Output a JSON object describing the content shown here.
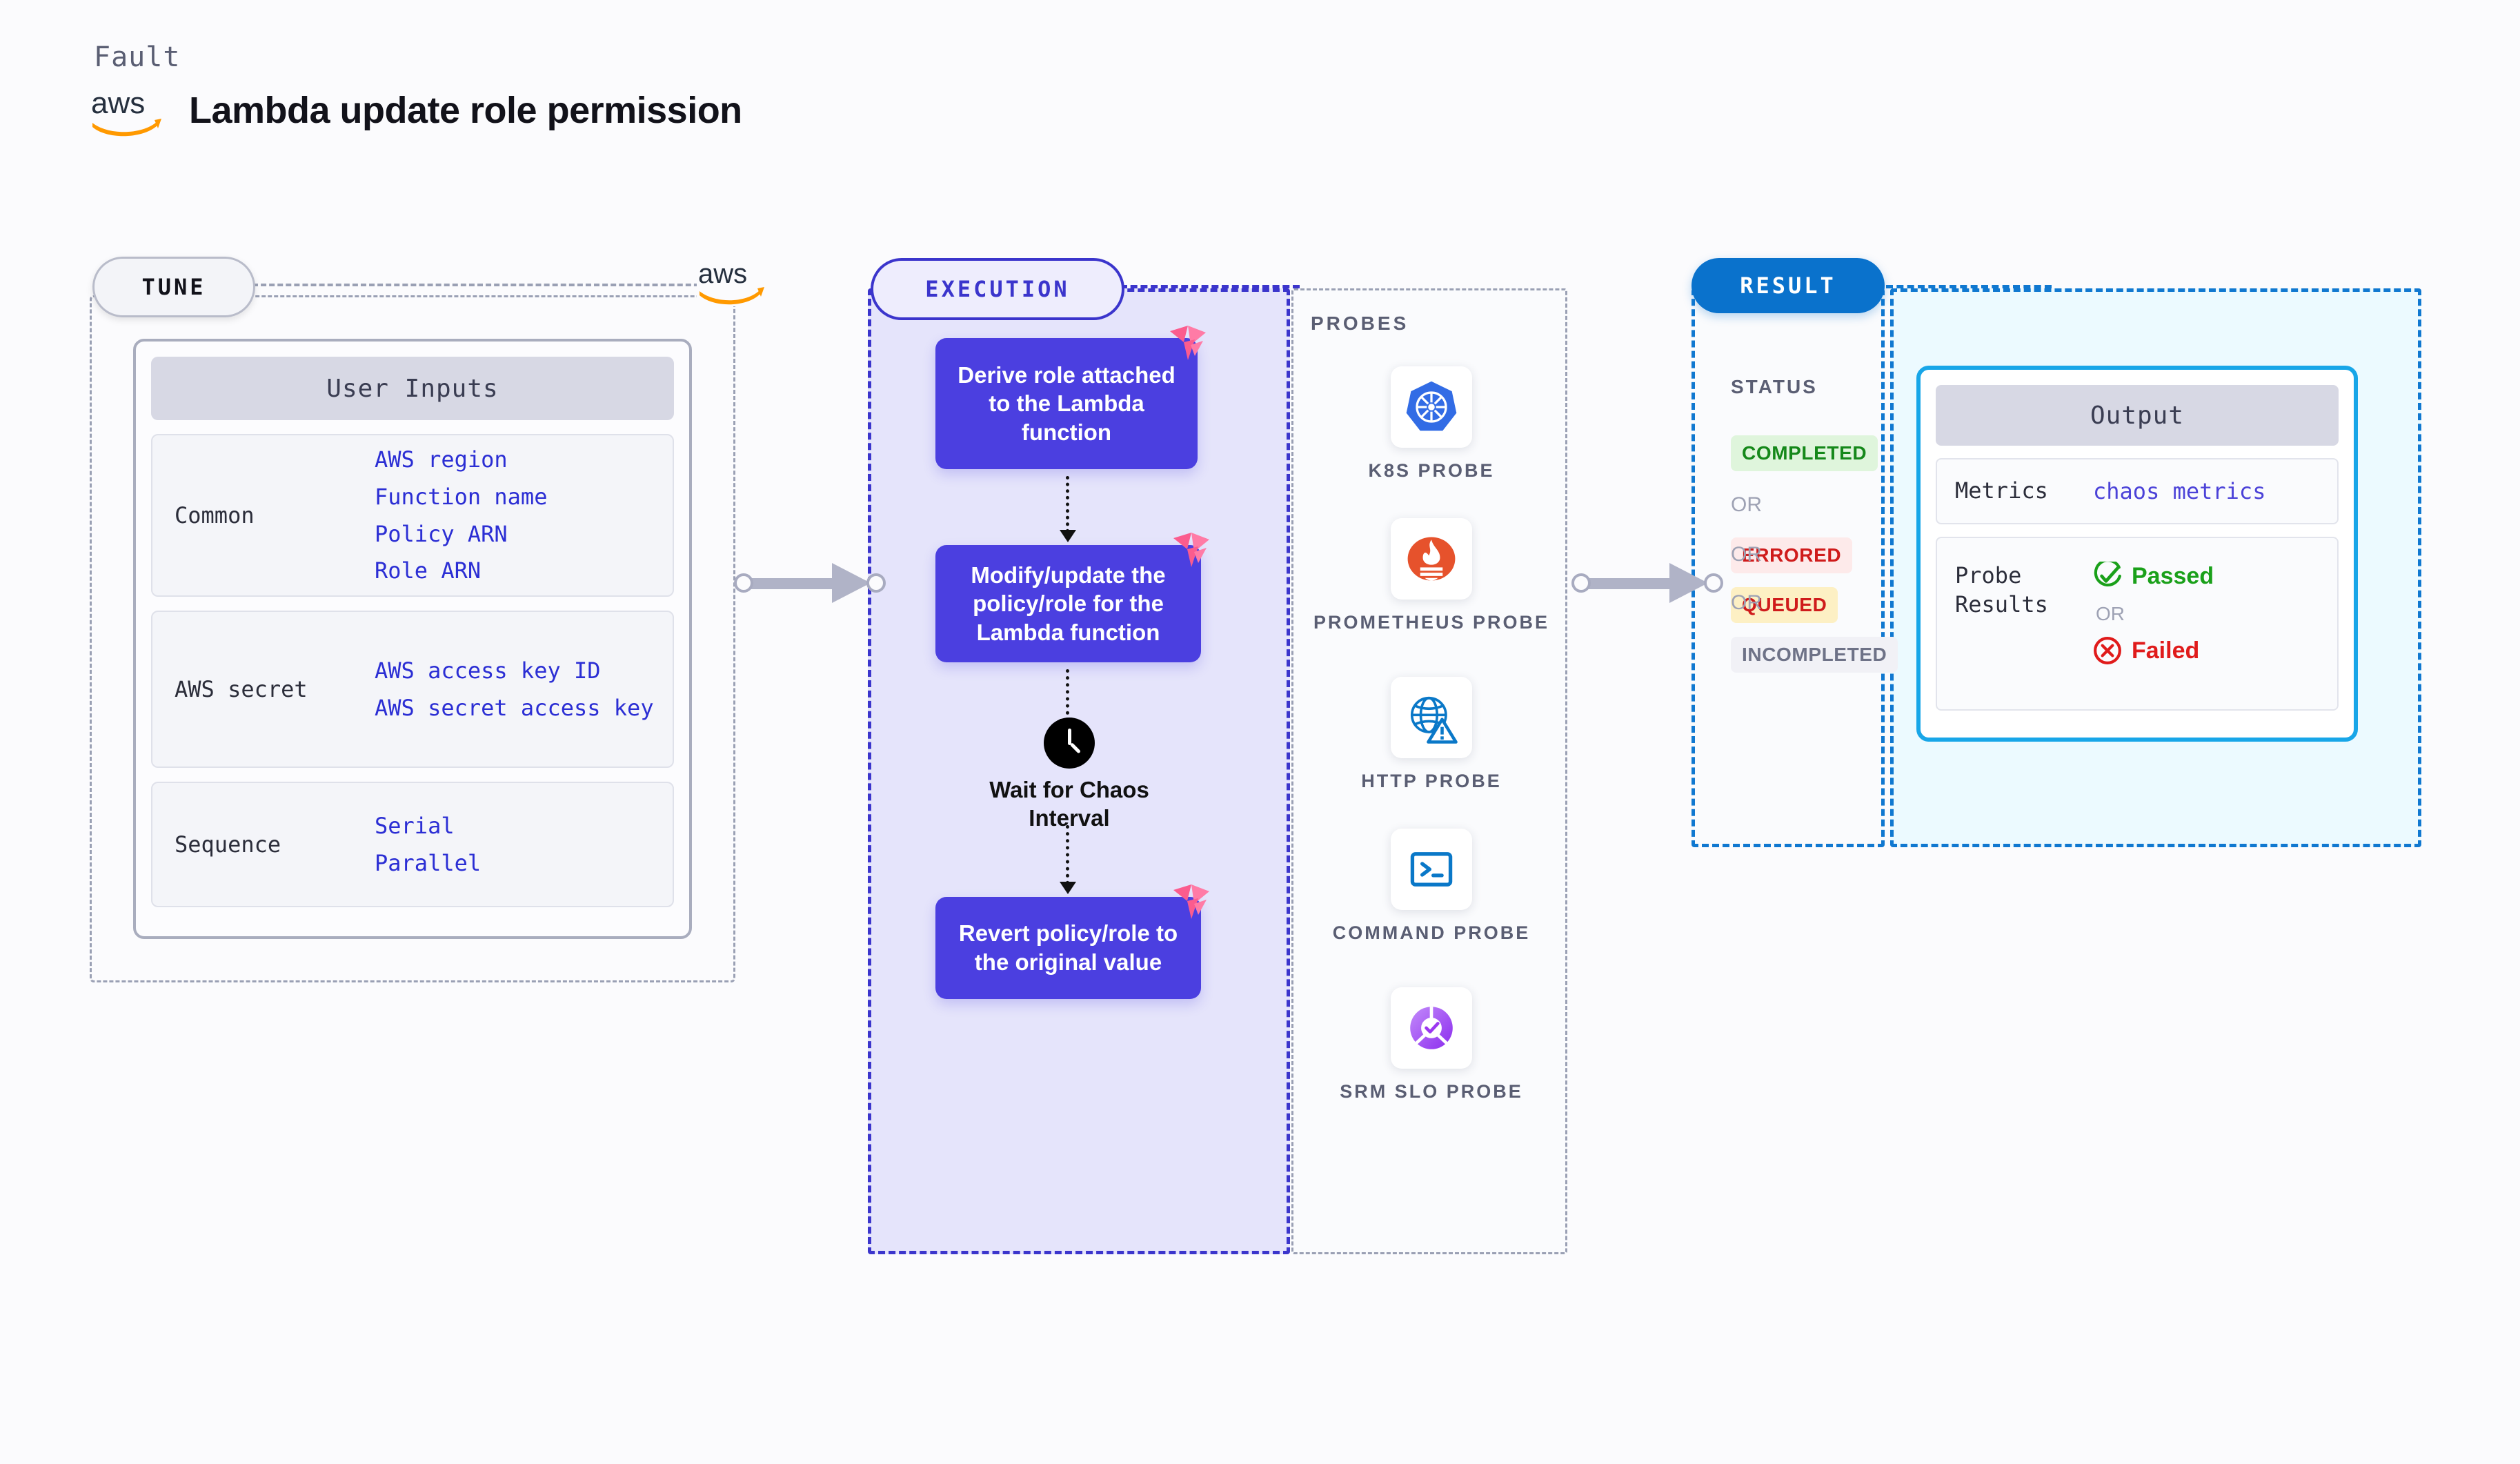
{
  "header": {
    "fault_label": "Fault",
    "title": "Lambda update role permission",
    "logo": "aws-logo"
  },
  "tune": {
    "chip_label": "TUNE",
    "logo": "aws-logo",
    "card_title": "User Inputs",
    "groups": [
      {
        "label": "Common",
        "values": [
          "AWS region",
          "Function name",
          "Policy ARN",
          "Role ARN"
        ]
      },
      {
        "label": "AWS secret",
        "values": [
          "AWS access key ID",
          "AWS secret access key"
        ]
      },
      {
        "label": "Sequence",
        "values": [
          "Serial",
          "Parallel"
        ]
      }
    ]
  },
  "execution": {
    "chip_label": "EXECUTION",
    "steps": [
      {
        "text": "Derive role attached to the Lambda function",
        "badge": "chaos-badge-icon"
      },
      {
        "text": "Modify/update the policy/role for the Lambda function",
        "badge": "chaos-badge-icon"
      },
      {
        "text": "Wait for Chaos Interval",
        "icon": "clock-icon"
      },
      {
        "text": "Revert policy/role to the original value",
        "badge": "chaos-badge-icon"
      }
    ]
  },
  "probes": {
    "title": "PROBES",
    "items": [
      {
        "label": "K8S PROBE",
        "icon": "kubernetes-icon"
      },
      {
        "label": "PROMETHEUS PROBE",
        "icon": "prometheus-icon"
      },
      {
        "label": "HTTP PROBE",
        "icon": "http-globe-warning-icon"
      },
      {
        "label": "COMMAND PROBE",
        "icon": "terminal-icon"
      },
      {
        "label": "SRM SLO PROBE",
        "icon": "srm-slo-icon"
      }
    ]
  },
  "result": {
    "chip_label": "RESULT",
    "status_title": "STATUS",
    "or_label": "OR",
    "statuses": [
      {
        "label": "COMPLETED",
        "bg": "#dff5dc",
        "color": "#15881a"
      },
      {
        "label": "ERRORED",
        "bg": "#fdeaea",
        "color": "#cf1b1b"
      },
      {
        "label": "QUEUED",
        "bg": "#fdf0c4",
        "color": "#cf1b1b"
      },
      {
        "label": "INCOMPLETED",
        "bg": "#f1f1f6",
        "color": "#6e7287"
      }
    ],
    "output": {
      "title": "Output",
      "rows": [
        {
          "label": "Metrics",
          "value": "chaos metrics"
        },
        {
          "label": "Probe Results",
          "passed": "Passed",
          "or": "OR",
          "failed": "Failed"
        }
      ]
    }
  },
  "colors": {
    "accent_execution": "#4b3fe0",
    "accent_result": "#0a72cc",
    "accent_output_border": "#18a6e8",
    "mono_blue": "#2b2ed4",
    "aws_orange": "#ff9900"
  }
}
